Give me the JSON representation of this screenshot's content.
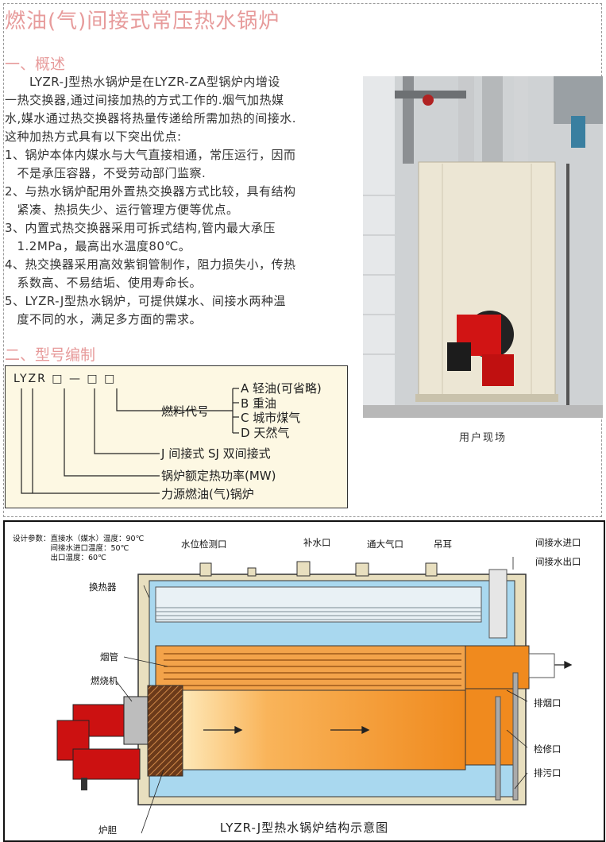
{
  "page_title": "燃油(气)间接式常压热水锅炉",
  "section1": {
    "heading": "一、概述",
    "intro": [
      "　　LYZR-J型热水锅炉是在LYZR-ZA型锅炉内增设",
      "一热交换器,通过间接加热的方式工作的.烟气加热媒",
      "水,媒水通过热交换器将热量传递给所需加热的间接水.",
      "这种加热方式具有以下突出优点:"
    ],
    "points": [
      [
        "1、锅炉本体内媒水与大气直接相通，常压运行，因而",
        "　不是承压容器，不受劳动部门监察."
      ],
      [
        "2、与热水锅炉配用外置热交换器方式比较，具有结构",
        "　紧凑、热损失少、运行管理方便等优点。"
      ],
      [
        "3、内置式热交换器采用可拆式结构,管内最大承压",
        "　1.2MPa，最高出水温度80℃。"
      ],
      [
        "4、热交换器采用高效紫铜管制作，阻力损失小，传热",
        "　系数高、不易结垢、使用寿命长。"
      ],
      [
        "5、LYZR-J型热水锅炉，可提供媒水、间接水两种温",
        "　度不同的水，满足多方面的需求。"
      ]
    ]
  },
  "section2": {
    "heading": "二、型号编制"
  },
  "model": {
    "code": "LYZR □ — □ □",
    "fuel_label": "燃料代号",
    "fuels": [
      "A 轻油(可省略)",
      "B 重油",
      "C 城市煤气",
      "D 天然气"
    ],
    "type_label": "J 间接式 SJ 双间接式",
    "power_label": "锅炉额定热功率(MW)",
    "boiler_label": "力源燃油(气)锅炉"
  },
  "photo_caption": "用户现场",
  "diagram": {
    "params": [
      "设计参数：直接水（媒水）温度：90℃",
      "　　　　　间接水进口温度：50℃",
      "　　　　　出口温度：60℃"
    ],
    "labels": {
      "water_level": "水位检测口",
      "makeup": "补水口",
      "vent": "通大气口",
      "lug": "吊耳",
      "indirect_in": "间接水进口",
      "indirect_out": "间接水出口",
      "exchanger": "换热器",
      "smoke_tube": "烟管",
      "burner": "燃烧机",
      "flue": "排烟口",
      "inspect": "检修口",
      "drain": "排污口",
      "furnace": "炉胆"
    },
    "caption": "LYZR-J型热水锅炉结构示意图"
  },
  "colors": {
    "heading": "#e79b9b",
    "burner": "#cc1111",
    "water": "#a9d8ef",
    "furnace": "#f08a1e"
  }
}
